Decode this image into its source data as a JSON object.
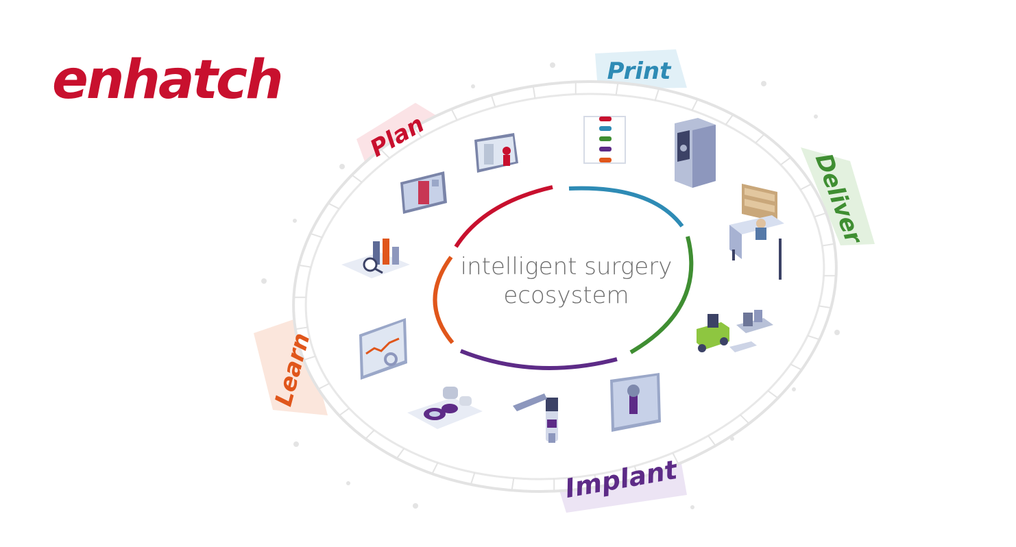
{
  "logo": {
    "text": "enhatch",
    "color": "#c8102e"
  },
  "center": {
    "line1": "intelligent surgery",
    "line2": "ecosystem",
    "color": "#6d6d6d"
  },
  "stages": [
    {
      "label": "Plan",
      "color": "#c8102e",
      "tab_bg": "#fbe3e6"
    },
    {
      "label": "Print",
      "color": "#2e8bb5",
      "tab_bg": "#e1f0f7"
    },
    {
      "label": "Deliver",
      "color": "#3f8e32",
      "tab_bg": "#e3f1df"
    },
    {
      "label": "Implant",
      "color": "#5d2b87",
      "tab_bg": "#ece4f4"
    },
    {
      "label": "Learn",
      "color": "#e0561b",
      "tab_bg": "#fbe6dc"
    }
  ],
  "icons": [
    "knee-xray-tablet-icon",
    "workflow-diagram-icon",
    "3d-printer-icon",
    "warehouse-desk-icon",
    "forklift-icon",
    "knee-scan-monitor-icon",
    "surgical-robot-icon",
    "implant-components-icon",
    "analytics-monitor-icon",
    "data-chart-magnifier-icon",
    "knee-model-tablet-icon"
  ]
}
